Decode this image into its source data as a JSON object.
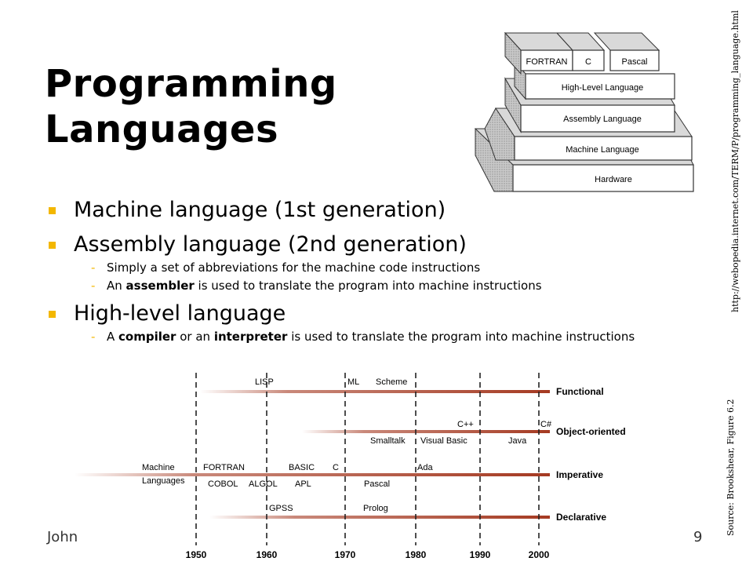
{
  "title": {
    "line1": "Programming",
    "line2": "Languages"
  },
  "bullets": [
    {
      "text": "Machine language (1st generation)"
    },
    {
      "text": "Assembly language (2nd generation)"
    },
    {
      "sub1": "Simply a set of abbreviations for the machine code instructions"
    },
    {
      "sub2_a": "An ",
      "sub2_b": "assembler",
      "sub2_c": " is used to translate the program into machine instructions"
    },
    {
      "text": "High-level language"
    },
    {
      "sub_a": "A ",
      "sub_b": "compiler",
      "sub_c": " or an ",
      "sub_d": "interpreter",
      "sub_e": " is used to translate the program into machine instructions"
    }
  ],
  "pyramid": {
    "layers": [
      "Hardware",
      "Machine Language",
      "Assembly Language",
      "High-Level Language"
    ],
    "top_blocks": [
      "FORTRAN",
      "C",
      "Pascal"
    ]
  },
  "source_url": "http://webopedia.internet.com/TERM/P/programming_language.html",
  "source_book": "Source: Brookshear, Figure 6.2",
  "footer": {
    "author": "John",
    "page": "9"
  },
  "timeline": {
    "years": [
      "1950",
      "1960",
      "1970",
      "1980",
      "1990",
      "2000"
    ],
    "tracks": [
      "Functional",
      "Object-oriented",
      "Imperative",
      "Declarative"
    ],
    "languages": {
      "lisp": "LISP",
      "ml": "ML",
      "scheme": "Scheme",
      "cpp": "C++",
      "csharp": "C#",
      "smalltalk": "Smalltalk",
      "visual_basic": "Visual Basic",
      "java": "Java",
      "machine1": "Machine",
      "machine2": "Languages",
      "fortran": "FORTRAN",
      "basic": "BASIC",
      "c": "C",
      "ada": "Ada",
      "cobol": "COBOL",
      "algol": "ALGOL",
      "apl": "APL",
      "pascal": "Pascal",
      "gpss": "GPSS",
      "prolog": "Prolog"
    }
  }
}
